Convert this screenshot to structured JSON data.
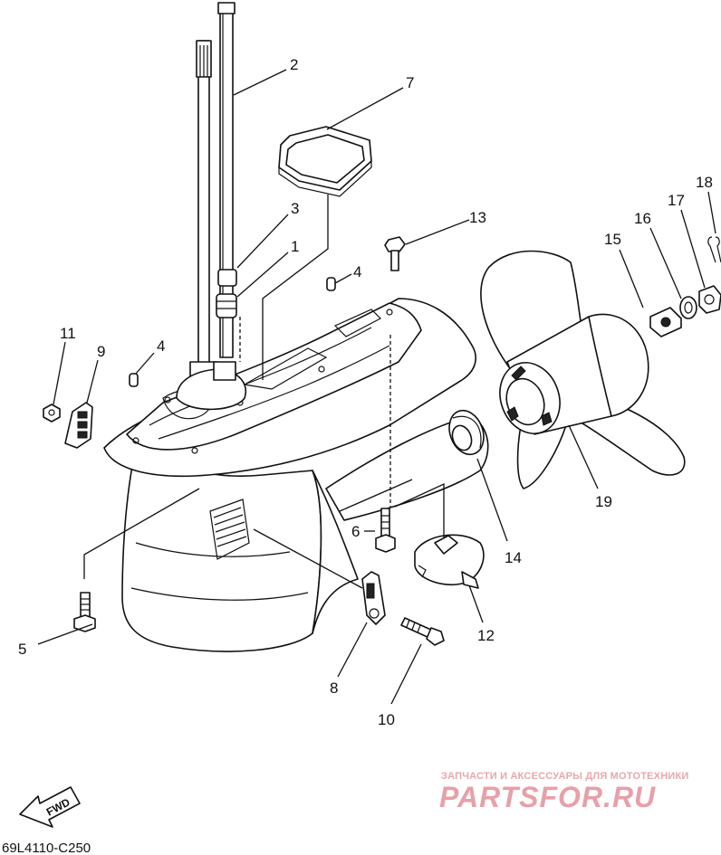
{
  "diagram": {
    "callouts": {
      "c1": "1",
      "c2": "2",
      "c3": "3",
      "c4a": "4",
      "c4b": "4",
      "c5": "5",
      "c6": "6",
      "c7": "7",
      "c8": "8",
      "c9": "9",
      "c10": "10",
      "c11": "11",
      "c12": "12",
      "c13": "13",
      "c14": "14",
      "c15": "15",
      "c16": "16",
      "c17": "17",
      "c18": "18",
      "c19": "19"
    },
    "direction_label": "FWD",
    "diagram_code": "69L4110-C250"
  },
  "watermark": {
    "tagline": "ЗАПЧАСТИ И АКСЕССУАРЫ ДЛЯ МОТОТЕХНИКИ",
    "brand": "PARTSFOR.RU",
    "color": "#e8a0a8"
  }
}
